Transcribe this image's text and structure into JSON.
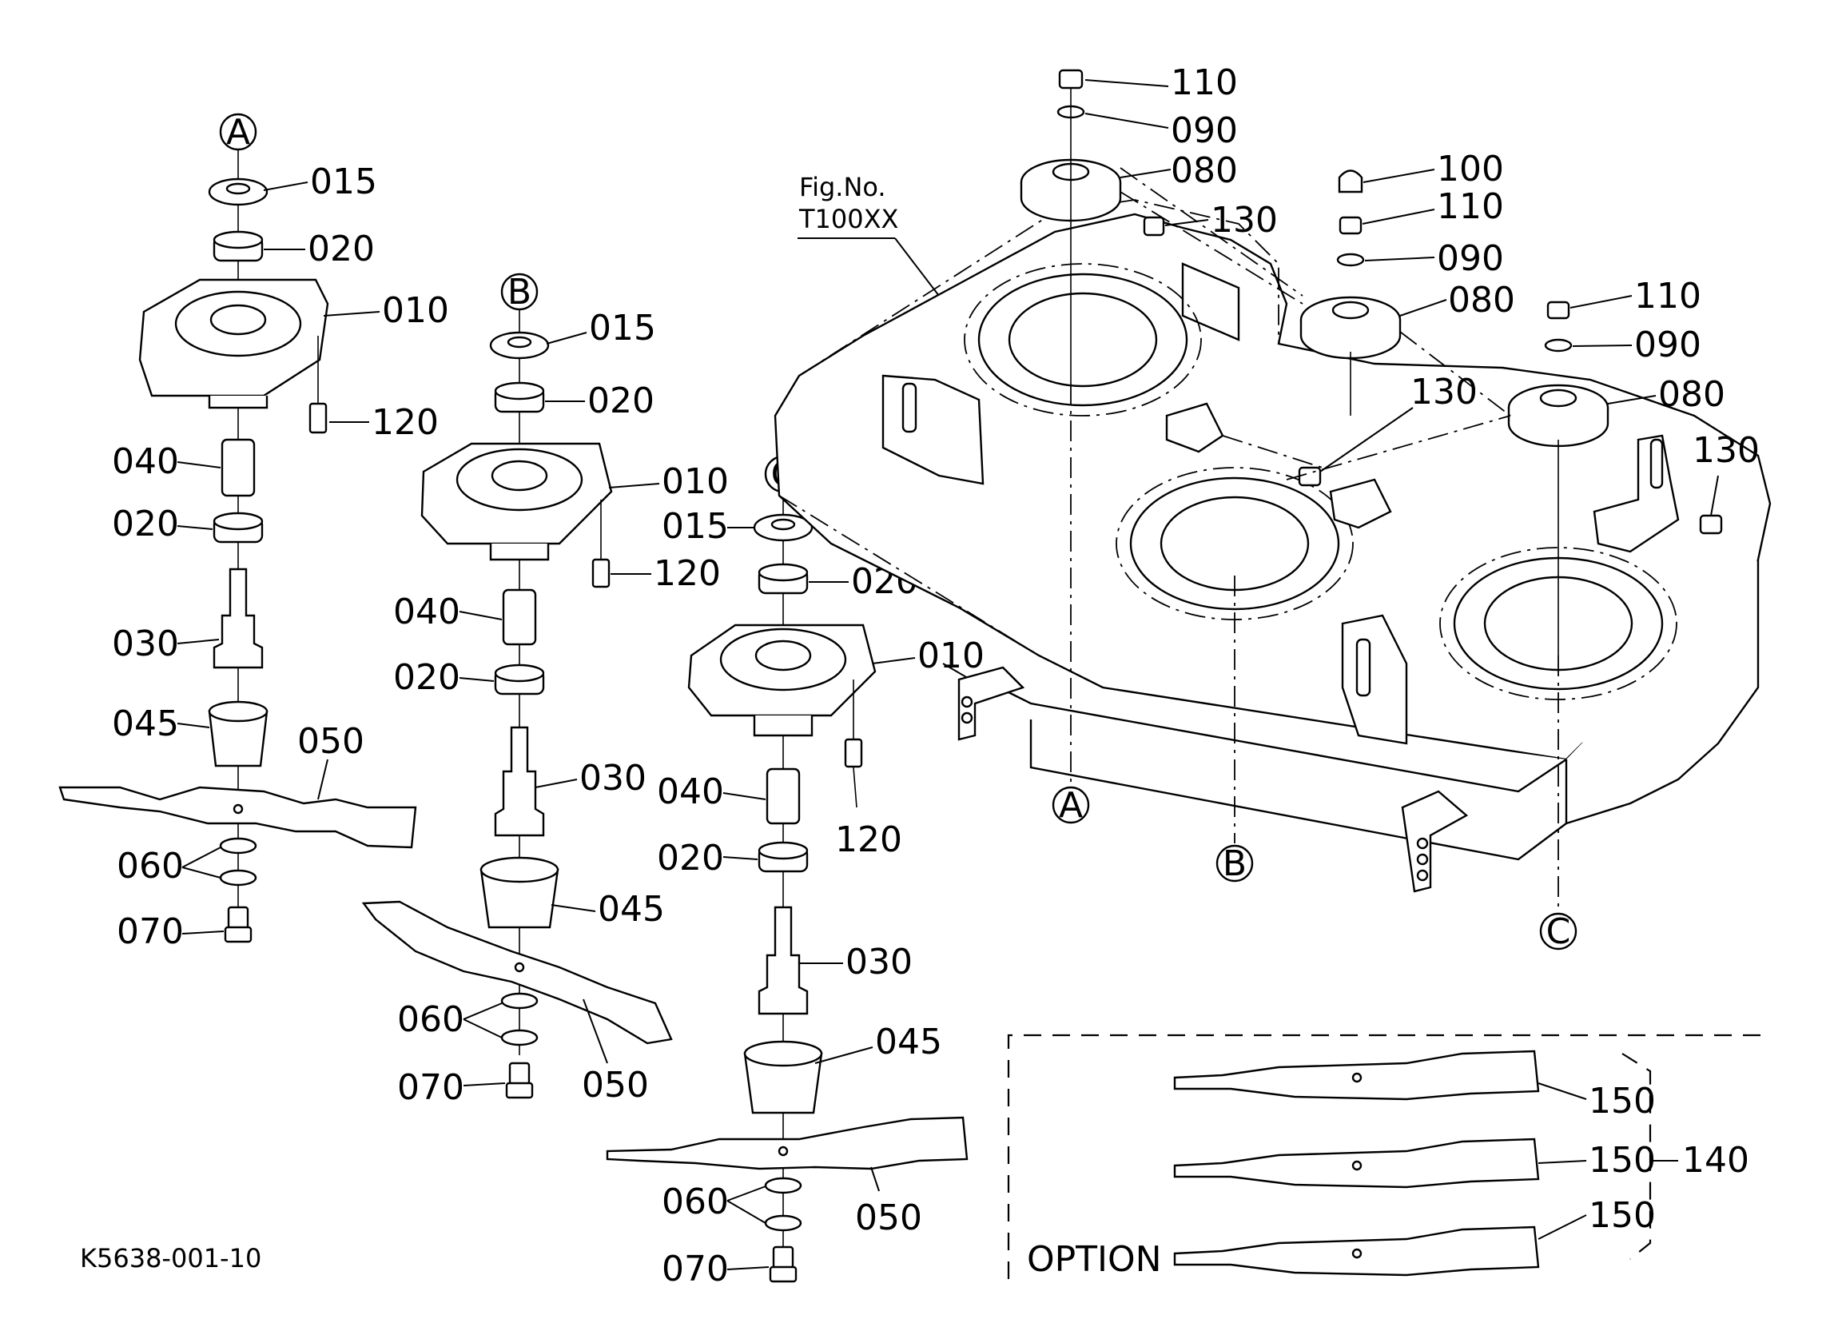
{
  "drawing_id": "K5638-001-10",
  "figure_ref": {
    "line1": "Fig.No.",
    "line2": "T100XX"
  },
  "option_label": "OPTION",
  "section_markers": [
    "A",
    "B",
    "C"
  ],
  "part_numbers": {
    "p010": "010",
    "p015": "015",
    "p020": "020",
    "p030": "030",
    "p040": "040",
    "p045": "045",
    "p050": "050",
    "p060": "060",
    "p070": "070",
    "p080": "080",
    "p090": "090",
    "p100": "100",
    "p110": "110",
    "p120": "120",
    "p130": "130",
    "p140": "140",
    "p150": "150"
  }
}
